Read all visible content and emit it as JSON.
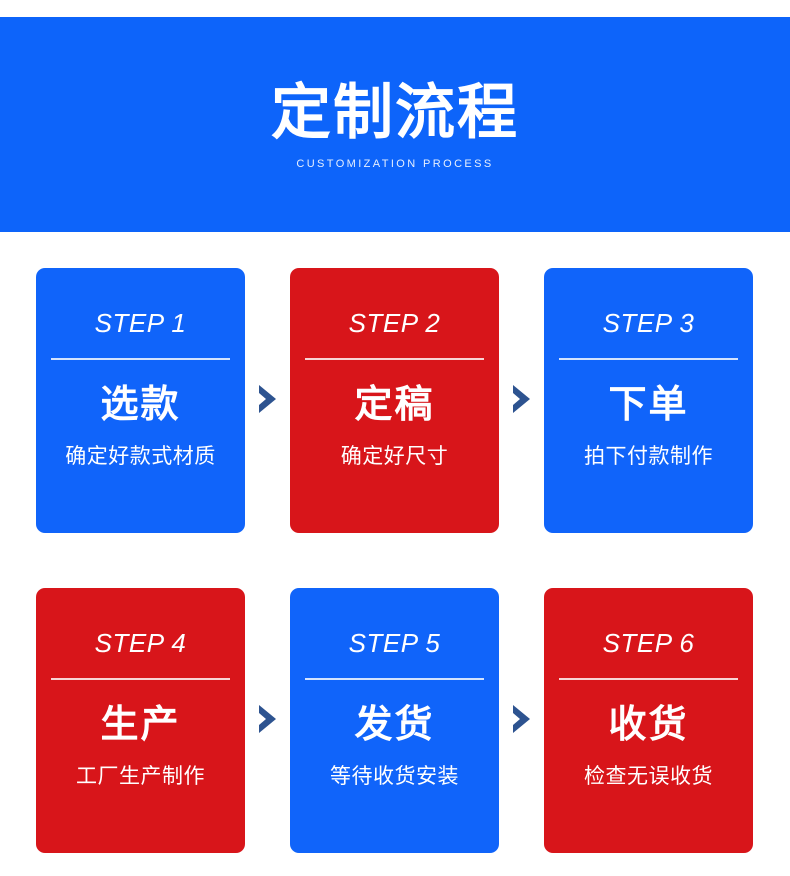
{
  "header": {
    "title": "定制流程",
    "subtitle": "CUSTOMIZATION PROCESS",
    "background_color": "#0d64fa",
    "text_color": "#ffffff"
  },
  "theme": {
    "blue": "#1064fa",
    "red": "#d8151a",
    "chevron_color": "#2d5390",
    "page_background": "#ffffff"
  },
  "steps": [
    {
      "label": "STEP 1",
      "title": "选款",
      "description": "确定好款式材质",
      "color": "blue",
      "has_chevron": true
    },
    {
      "label": "STEP 2",
      "title": "定稿",
      "description": "确定好尺寸",
      "color": "red",
      "has_chevron": true
    },
    {
      "label": "STEP 3",
      "title": "下单",
      "description": "拍下付款制作",
      "color": "blue",
      "has_chevron": false
    },
    {
      "label": "STEP 4",
      "title": "生产",
      "description": "工厂生产制作",
      "color": "red",
      "has_chevron": true
    },
    {
      "label": "STEP 5",
      "title": "发货",
      "description": "等待收货安装",
      "color": "blue",
      "has_chevron": true
    },
    {
      "label": "STEP 6",
      "title": "收货",
      "description": "检查无误收货",
      "color": "red",
      "has_chevron": false
    }
  ]
}
